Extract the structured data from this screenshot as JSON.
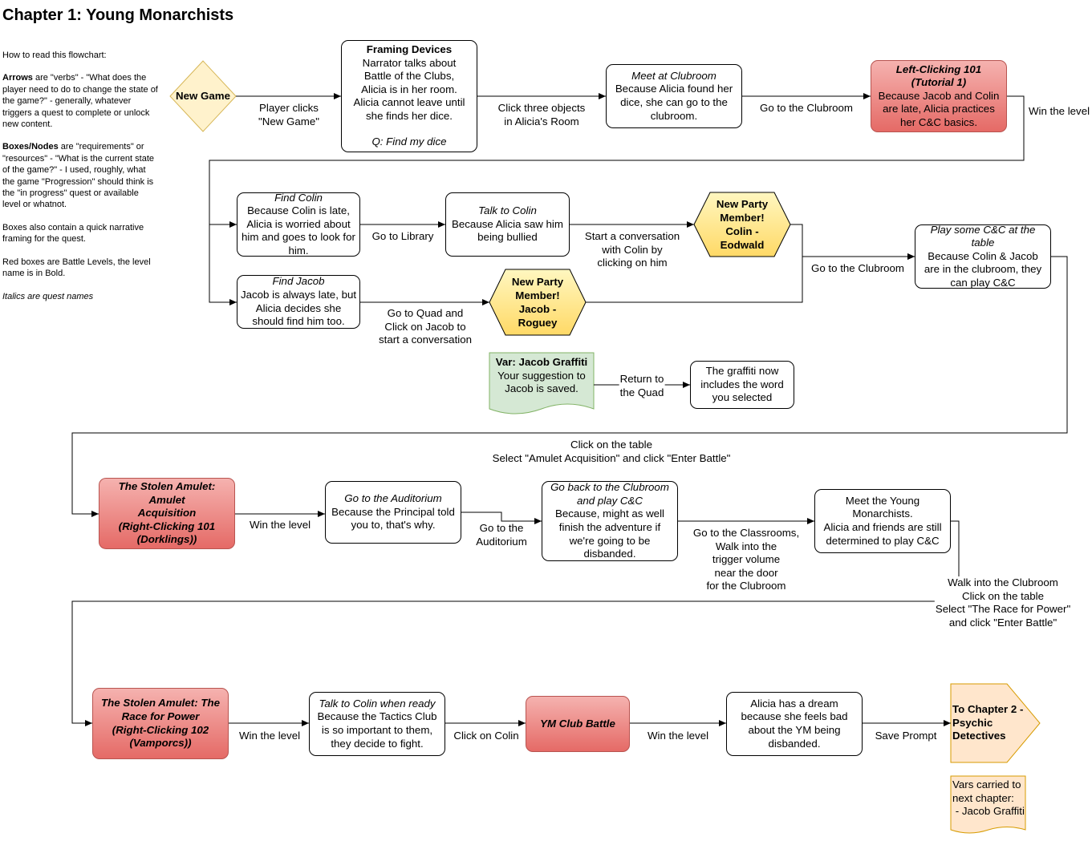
{
  "title": "Chapter 1: Young Monarchists",
  "legend": {
    "how_to": "How to read this flowchart:",
    "arrows_bold": "Arrows",
    "arrows_text": " are \"verbs\" - \"What does the player need to do to change the state of the game?\" - generally, whatever triggers a quest to complete or unlock new content.",
    "boxes_bold": "Boxes/Nodes",
    "boxes_text": " are \"requirements\" or \"resources\" - \"What is the current state of the game?\" - I used, roughly, what the game \"Progression\" should think is the \"in progress\" quest or available level or whatnot.",
    "framing": "Boxes also contain a quick narrative framing for the quest.",
    "red": "Red boxes are Battle Levels, the level name is in Bold.",
    "italics": "Italics are quest names"
  },
  "nodes": {
    "new_game": {
      "label": "New Game"
    },
    "framing": {
      "title": "Framing Devices",
      "body": [
        "Narrator talks about",
        "Battle of the Clubs,",
        "Alicia is in her room.",
        "Alicia cannot leave until",
        "she finds her dice."
      ],
      "quest": "Q: Find my dice"
    },
    "meet_clubroom": {
      "quest": "Meet at Clubroom",
      "body": [
        "Because Alicia found her",
        "dice, she can go to the",
        "clubroom."
      ]
    },
    "left_clicking": {
      "title": [
        "Left-Clicking 101",
        "(Tutorial 1)"
      ],
      "body": [
        "Because Jacob and Colin",
        "are late, Alicia practices",
        "her C&C basics."
      ]
    },
    "find_colin": {
      "quest": "Find Colin",
      "body": [
        "Because Colin is late,",
        "Alicia is worried about",
        "him and goes to look for",
        "him."
      ]
    },
    "talk_colin": {
      "quest": "Talk to Colin",
      "body": [
        "Because Alicia saw him",
        "being bullied"
      ]
    },
    "colin_member": {
      "label": [
        "New Party",
        "Member!",
        "Colin -",
        "Eodwald"
      ]
    },
    "find_jacob": {
      "quest": "Find Jacob",
      "body": [
        "Jacob is always late, but",
        "Alicia decides she",
        "should find him too."
      ]
    },
    "jacob_member": {
      "label": [
        "New Party",
        "Member!",
        "Jacob -",
        "Roguey"
      ]
    },
    "play_cc": {
      "quest": [
        "Play some C&C at the",
        "table"
      ],
      "body": [
        "Because Colin & Jacob",
        "are in the clubroom, they",
        "can play C&C"
      ]
    },
    "var_graffiti": {
      "title": "Var: Jacob Graffiti",
      "body": [
        "Your suggestion to",
        "Jacob is saved."
      ]
    },
    "graffiti_now": {
      "body": [
        "The graffiti now",
        "includes the word",
        "you selected"
      ]
    },
    "stolen_acq": {
      "title": [
        "The Stolen Amulet: Amulet",
        "Acquisition",
        "(Right-Clicking 101",
        "(Dorklings))"
      ]
    },
    "auditorium": {
      "quest": "Go to the Auditorium",
      "body": [
        "Because the Principal told",
        "you to, that's why."
      ]
    },
    "go_back": {
      "quest": [
        "Go back to the Clubroom",
        "and play C&C"
      ],
      "body": [
        "Because, might as well",
        "finish the adventure if",
        "we're going to be",
        "disbanded."
      ]
    },
    "meet_ym": {
      "body": [
        "Meet the Young",
        "Monarchists.",
        "Alicia and friends are still",
        "determined to play C&C"
      ]
    },
    "stolen_race": {
      "title": [
        "The Stolen Amulet: The",
        "Race for Power",
        "(Right-Clicking 102",
        "(Vamporcs))"
      ]
    },
    "talk_colin_ready": {
      "quest": "Talk to Colin when ready",
      "body": [
        "Because the Tactics Club",
        "is so important to them,",
        "they decide to fight."
      ]
    },
    "ym_battle": {
      "title": "YM Club Battle"
    },
    "dream": {
      "body": [
        "Alicia has a dream",
        "because she feels bad",
        "about the YM being",
        "disbanded."
      ]
    },
    "chapter2": {
      "label": [
        "To Chapter 2 -",
        "Psychic",
        "Detectives"
      ]
    },
    "vars_carried": {
      "body": [
        "Vars carried to",
        "next chapter:",
        " - Jacob Graffiti"
      ]
    }
  },
  "edges": {
    "player_clicks": [
      "Player clicks",
      "\"New Game\""
    ],
    "click_three": [
      "Click three objects",
      "in Alicia's Room"
    ],
    "go_clubroom_1": [
      "Go to the Clubroom"
    ],
    "win_level_1": [
      "Win the level"
    ],
    "go_library": [
      "Go to Library"
    ],
    "start_conv": [
      "Start a conversation",
      "with Colin by",
      "clicking on him"
    ],
    "go_clubroom_2": [
      "Go to the Clubroom"
    ],
    "go_quad": [
      "Go to Quad and",
      "Click on Jacob to",
      "start a conversation"
    ],
    "return_quad": [
      "Return to",
      "the Quad"
    ],
    "click_table": [
      "Click on the table",
      "Select \"Amulet Acquisition\" and click \"Enter Battle\""
    ],
    "win_level_2": [
      "Win the level"
    ],
    "go_auditorium": [
      "Go to the",
      "Auditorium"
    ],
    "go_classrooms": [
      "Go to the Classrooms,",
      "Walk into the",
      "trigger volume",
      "near the door",
      "for the Clubroom"
    ],
    "walk_clubroom": [
      "Walk into the Clubroom",
      "Click on the table",
      "Select \"The Race for Power\"",
      "and click \"Enter Battle\""
    ],
    "win_level_3": [
      "Win the level"
    ],
    "click_colin": [
      "Click on Colin"
    ],
    "win_level_4": [
      "Win the level"
    ],
    "save_prompt": [
      "Save Prompt"
    ]
  },
  "colors": {
    "battle_fill": "#e56a66",
    "battle_border": "#b85450",
    "party_fill": "#fff2a8",
    "party_border": "#d6b656",
    "var_fill": "#d5e8d4",
    "var_border": "#82b366",
    "chapter_fill": "#ffe6cc",
    "chapter_border": "#d79b00",
    "new_game_fill": "#fff2cc"
  }
}
